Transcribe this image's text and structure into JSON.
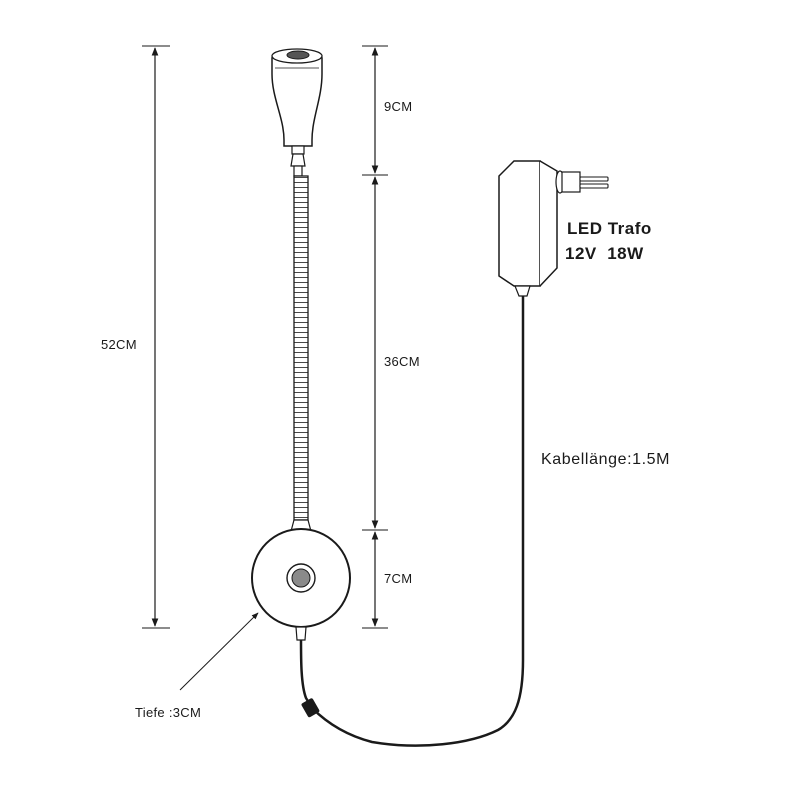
{
  "labels": {
    "total_height": "52CM",
    "head_height": "9CM",
    "neck_length": "36CM",
    "base_size": "7CM",
    "depth": "Tiefe :3CM",
    "cable_length": "Kabellänge:1.5M",
    "transformer_title": "LED Trafo",
    "transformer_spec": "12V  18W"
  },
  "colors": {
    "ink": "#1a1a1a",
    "background": "#ffffff",
    "button": "#8a8a8a"
  },
  "icons": {
    "lamp": "gooseneck-reading-lamp-icon",
    "transformer": "plug-in-power-adapter-icon"
  }
}
